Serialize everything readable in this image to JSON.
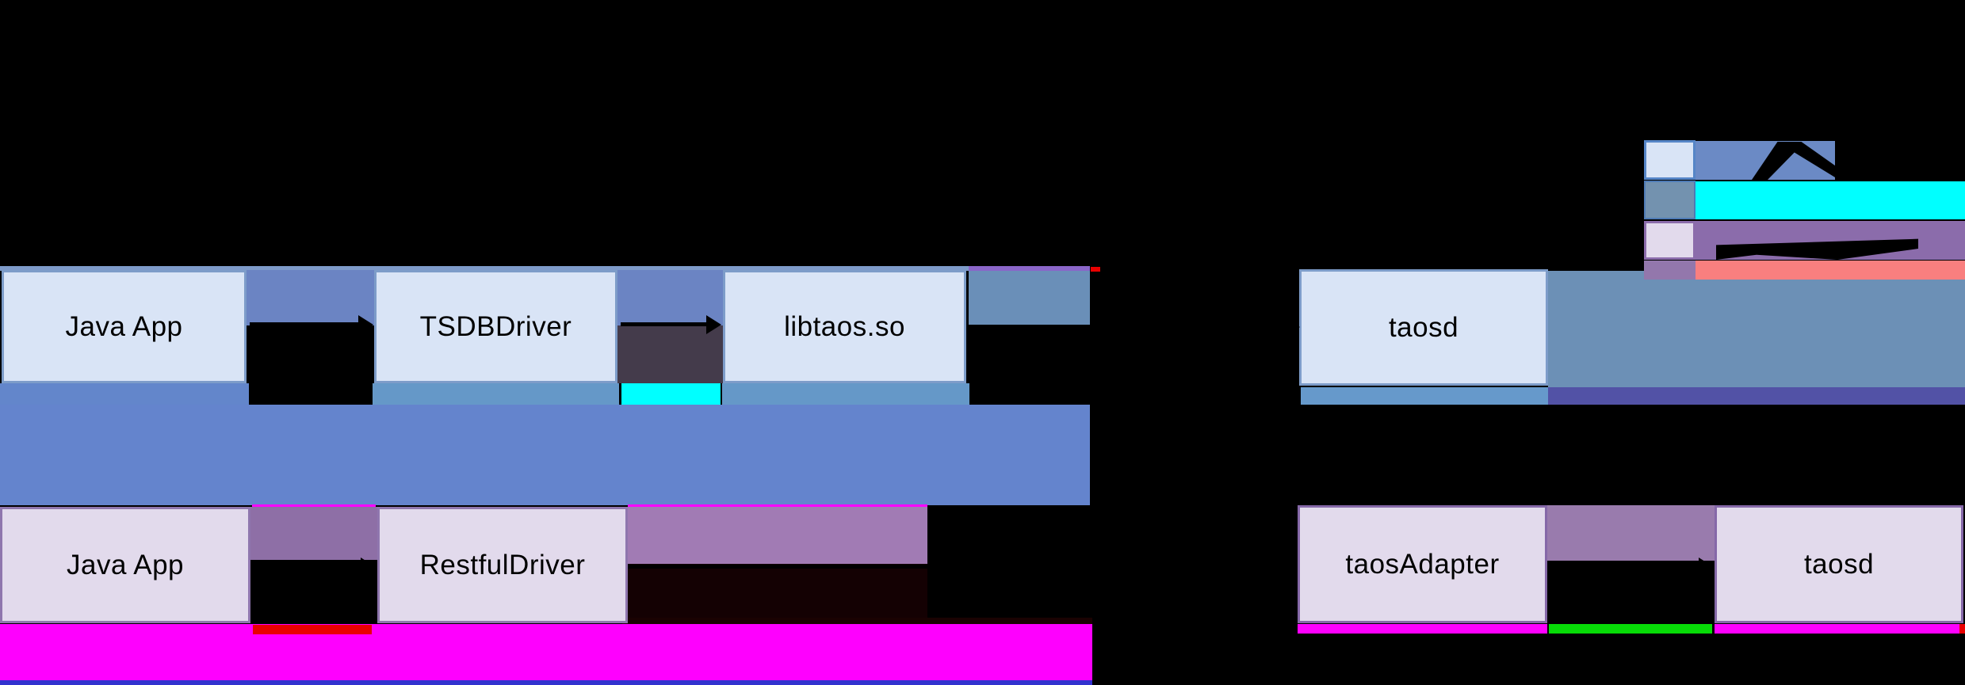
{
  "diagram": {
    "description_note": "architecture diagram: two client paths to taosd server",
    "jni_row": {
      "app": "Java App",
      "driver": "TSDBDriver",
      "lib": "libtaos.so",
      "server": "taosd"
    },
    "restful_row": {
      "app": "Java App",
      "driver": "RestfulDriver",
      "adapter": "taosAdapter",
      "server": "taosd"
    }
  },
  "colors": {
    "background": "#000000",
    "box_blue_fill": "#d9e4f6",
    "box_blue_border": "#7d9cc9",
    "box_purple_fill": "#e2daec",
    "box_purple_border": "#8f76ae",
    "top_strip": "#7e9bca",
    "top_strip_purple": "#8a66c9",
    "gap_blue": "#6b84c3",
    "gap_dark": "#443b4b",
    "steel_band": "#6a8fb8",
    "steel_band_right": "#6c90b6",
    "under_blue": "#6386cb",
    "under_steel": "#6598c8",
    "under_taosd": "#6699cb",
    "big_blue": "#6484cd",
    "indigo": "#5252a6",
    "purple_band": "#a17bb4",
    "gap_purple": "#8e6fa6",
    "gap_purple_right": "#997bad",
    "near_black_red": "#140103",
    "dark_red_strip": "#1a0202",
    "cyan": "#00ffff",
    "magenta": "#fe00fe",
    "red": "#e90000",
    "green": "#07dc07",
    "salmon": "#f97f7f",
    "bottom_blue": "#3232cf",
    "legend_blue_band": "#6b8ac5",
    "legend_slate_swatch": "#7392af",
    "legend_purple_band": "#8b6cab",
    "legend_purple_swatch": "#9377ac",
    "arrow": "#000000"
  }
}
